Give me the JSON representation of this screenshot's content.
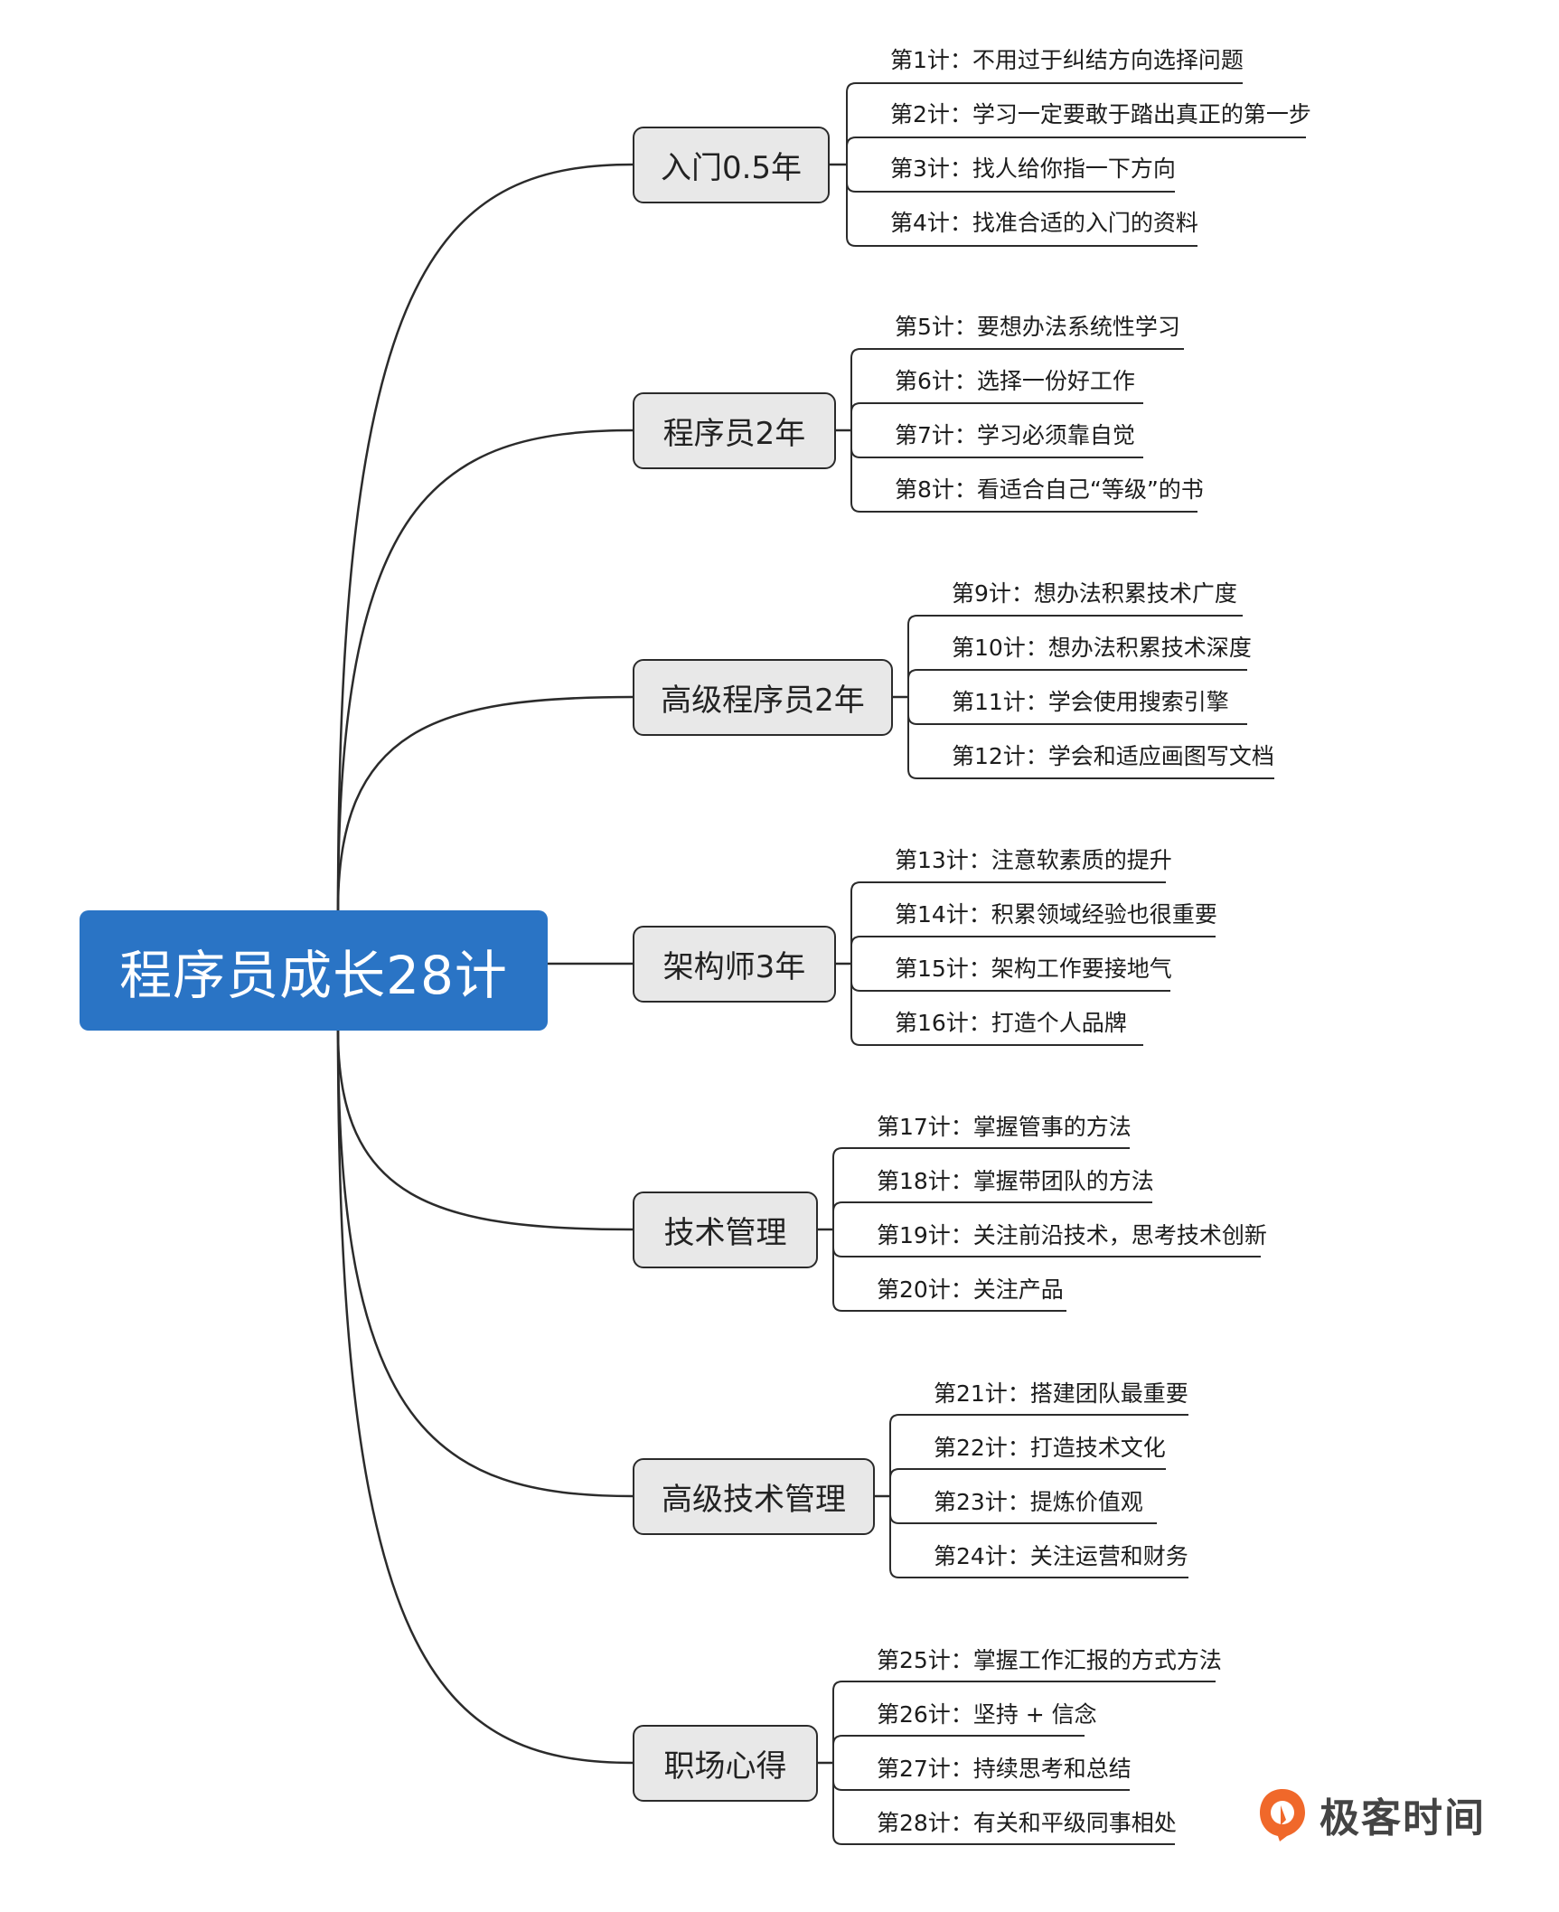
{
  "root": {
    "label": "程序员成长28计"
  },
  "branches": [
    {
      "label": "入门0.5年",
      "tips": [
        "第1计：不用过于纠结方向选择问题",
        "第2计：学习一定要敢于踏出真正的第一步",
        "第3计：找人给你指一下方向",
        "第4计：找准合适的入门的资料"
      ]
    },
    {
      "label": "程序员2年",
      "tips": [
        "第5计：要想办法系统性学习",
        "第6计：选择一份好工作",
        "第7计：学习必须靠自觉",
        "第8计：看适合自己“等级”的书"
      ]
    },
    {
      "label": "高级程序员2年",
      "tips": [
        "第9计：想办法积累技术广度",
        "第10计：想办法积累技术深度",
        "第11计：学会使用搜索引擎",
        "第12计：学会和适应画图写文档"
      ]
    },
    {
      "label": "架构师3年",
      "tips": [
        "第13计：注意软素质的提升",
        "第14计：积累领域经验也很重要",
        "第15计：架构工作要接地气",
        "第16计：打造个人品牌"
      ]
    },
    {
      "label": "技术管理",
      "tips": [
        "第17计：掌握管事的方法",
        "第18计：掌握带团队的方法",
        "第19计：关注前沿技术，思考技术创新",
        "第20计：关注产品"
      ]
    },
    {
      "label": "高级技术管理",
      "tips": [
        "第21计：搭建团队最重要",
        "第22计：打造技术文化",
        "第23计：提炼价值观",
        "第24计：关注运营和财务"
      ]
    },
    {
      "label": "职场心得",
      "tips": [
        "第25计：掌握工作汇报的方式方法",
        "第26计：坚持 + 信念",
        "第27计：持续思考和总结",
        "第28计：有关和平级同事相处"
      ]
    }
  ],
  "logo": {
    "text": "极客时间",
    "icon": "geektime-logo-icon",
    "color": "#f0682a"
  },
  "colors": {
    "root_fill": "#2a74c5",
    "branch_fill": "#e8e8e8",
    "line": "#2b2b2b"
  }
}
